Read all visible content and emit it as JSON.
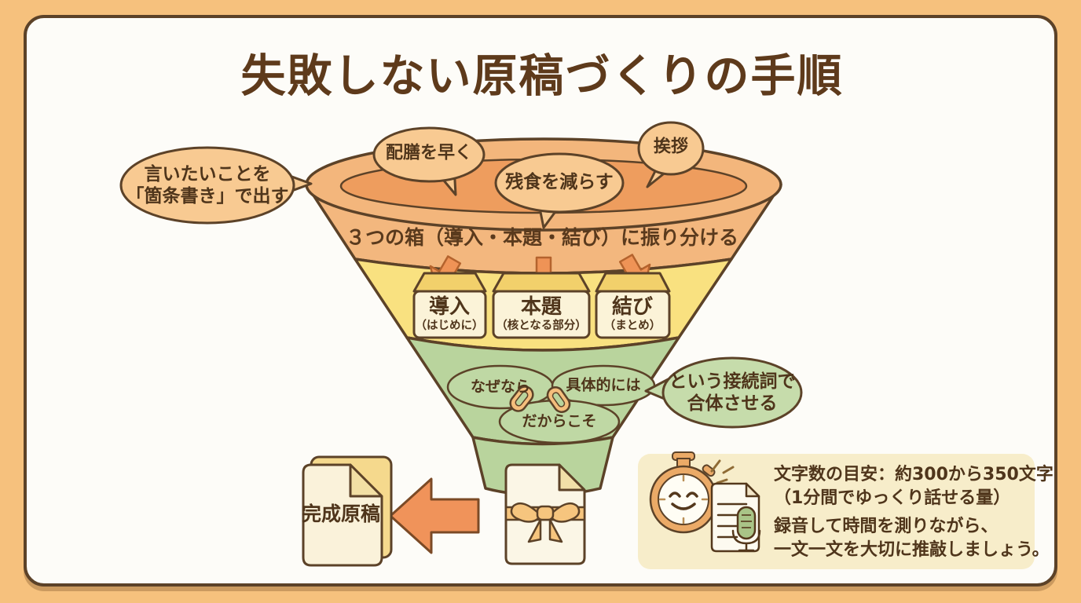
{
  "page": {
    "title": "失敗しない原稿づくりの手順"
  },
  "colors": {
    "background": "#F6C17D",
    "card": "#FDFCF8",
    "outline": "#5C4228",
    "funnel_orange": "#F3B77E",
    "funnel_yellow": "#F9E180",
    "funnel_green": "#B9D49D",
    "bubble_orange": "#F8CA92",
    "bubble_green": "#C6DCAB",
    "arrow_orange": "#EF9356",
    "info_box": "#F7EDCA"
  },
  "funnel": {
    "idea_bubbles": [
      {
        "label": "配膳を早く"
      },
      {
        "label": "残食を減らす"
      },
      {
        "label": "挨拶"
      }
    ],
    "left_bubble": {
      "line1": "言いたいことを",
      "line2": "「箇条書き」で出す"
    },
    "sort_label": "３つの箱（導入・本題・結び）に振り分ける",
    "boxes": [
      {
        "title": "導入",
        "subtitle": "（はじめに）"
      },
      {
        "title": "本題",
        "subtitle": "（核となる部分）"
      },
      {
        "title": "結び",
        "subtitle": "（まとめ）"
      }
    ],
    "connectors": [
      {
        "label": "なぜなら"
      },
      {
        "label": "具体的には"
      },
      {
        "label": "だからこそ"
      }
    ],
    "right_bubble": {
      "line1": "という接続詞で",
      "line2": "合体させる"
    }
  },
  "output": {
    "finished_label": "完成原稿"
  },
  "info_box": {
    "line1": "文字数の目安：約300から350文字",
    "line2": "（1分間でゆっくり話せる量）",
    "line3": "録音して時間を測りながら、",
    "line4": "一文一文を大切に推敲しましょう。"
  }
}
